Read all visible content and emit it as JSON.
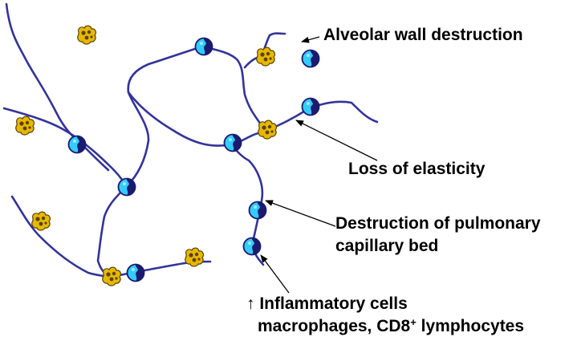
{
  "labels": {
    "alveolar_wall": "Alveolar wall destruction",
    "elasticity": "Loss of elasticity",
    "capillary_line1": "Destruction of pulmonary",
    "capillary_line2": "capillary bed",
    "inflammatory_arrow": "↑",
    "inflammatory_line1": "Inflammatory cells",
    "inflammatory_line2_prefix": "macrophages, CD8",
    "inflammatory_line2_sup": "+",
    "inflammatory_line2_suffix": " lymphocytes"
  },
  "colors": {
    "wall": "#333399",
    "cell_light": "#33ccff",
    "cell_dark": "#1a1a6e",
    "macrophage": "#e6b800",
    "arrow": "#000000"
  },
  "icons": {
    "lymphocyte": "lymphocyte-icon",
    "macrophage": "macrophage-icon"
  }
}
